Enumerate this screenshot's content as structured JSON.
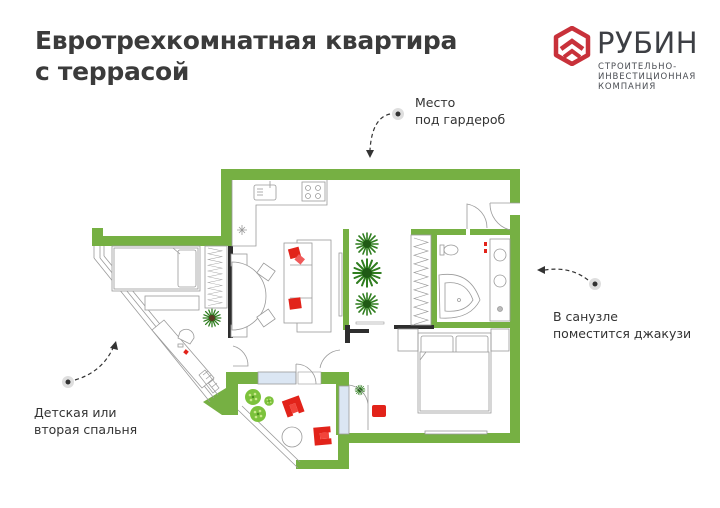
{
  "header": {
    "title_line1": "Евротрехкомнатная квартира",
    "title_line2": "с террасой"
  },
  "logo": {
    "icon": "ruby-hexagon-chevron-icon",
    "name": "РУБИН",
    "subtitle_line1": "СТРОИТЕЛЬНО-",
    "subtitle_line2": "ИНВЕСТИЦИОННАЯ",
    "subtitle_line3": "КОМПАНИЯ",
    "colors": {
      "icon_red": "#c8313a",
      "text": "#3d3f44"
    }
  },
  "annotations": {
    "wardrobe": {
      "line1": "Место",
      "line2": "под гардероб"
    },
    "bathroom": {
      "line1": "В санузле",
      "line2": "поместится джакузи"
    },
    "kids_room": {
      "line1": "Детская или",
      "line2": "вторая спальня"
    }
  },
  "plan": {
    "colors": {
      "wall": "#76b043",
      "wall_dark": "#5e9433",
      "partition": "#2e2e2e",
      "furniture_stroke": "#9a9a9a",
      "accent_red": "#e2231a",
      "plant_green": "#2f7d1f",
      "window_glass": "#dbe6f3"
    },
    "rooms": [
      "kitchen-living",
      "kids-bedroom",
      "bathroom",
      "master-bedroom",
      "terrace",
      "hallway"
    ]
  }
}
